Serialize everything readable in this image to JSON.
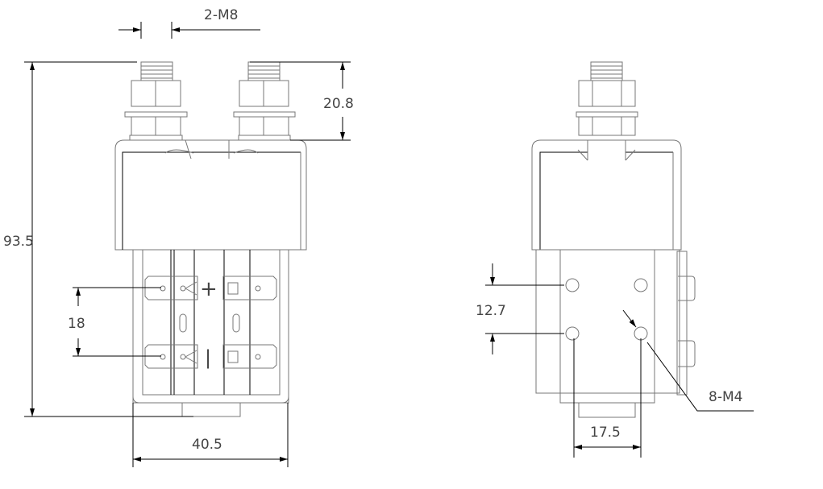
{
  "drawing": {
    "views": [
      "front-view",
      "side-view"
    ],
    "dimensions": {
      "terminal_thread": "2-M8",
      "terminal_height": "20.8",
      "overall_height": "93.5",
      "coil_terminal_pitch": "18",
      "overall_width": "40.5",
      "mount_vertical_pitch": "12.7",
      "mount_horizontal_pitch": "17.5",
      "mount_holes": "8-M4"
    },
    "polarity_marks": {
      "plus": "+",
      "minus": "|"
    }
  }
}
